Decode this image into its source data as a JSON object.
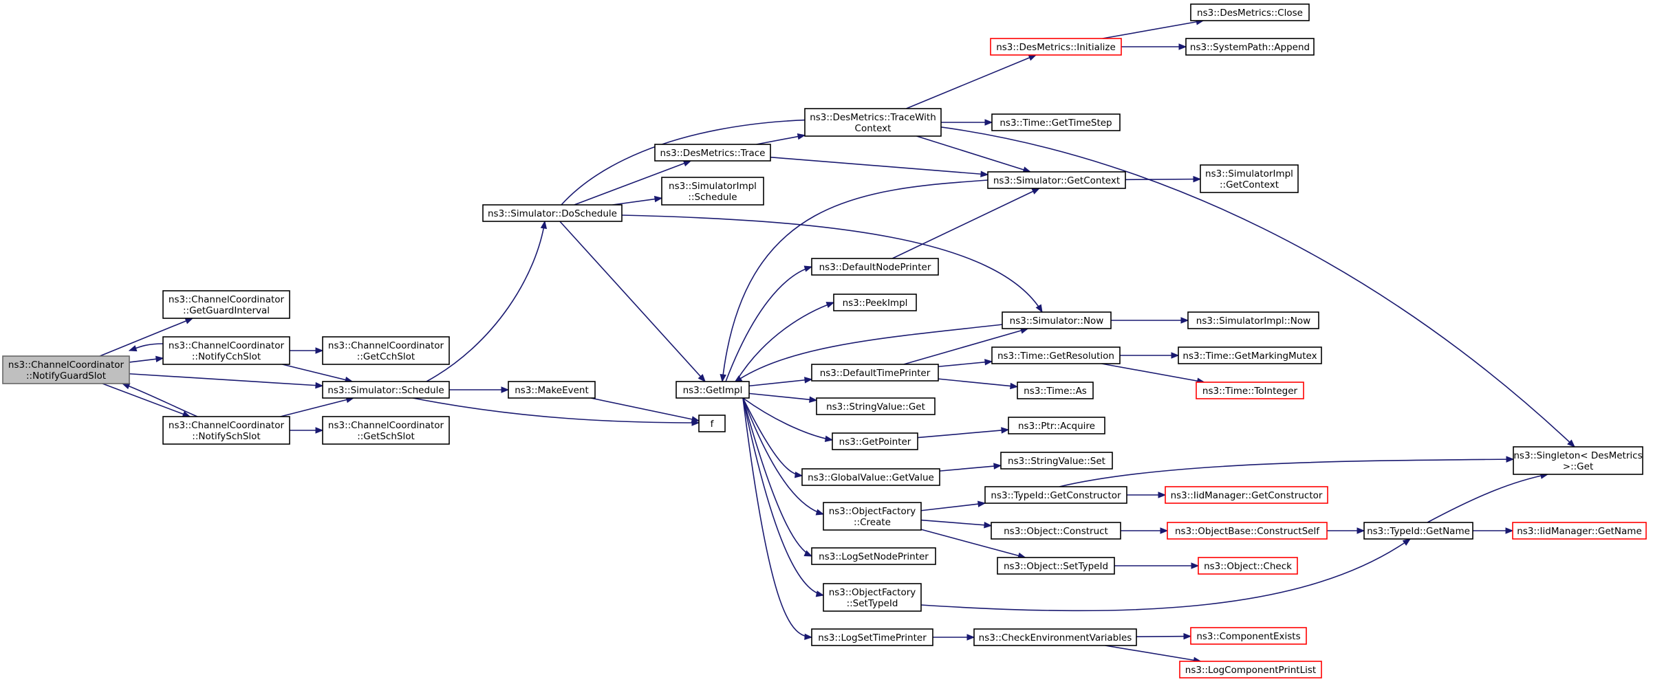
{
  "graph": {
    "colors": {
      "edge": "#191970",
      "node_border": "#000000",
      "incomplete_border": "#ff0000",
      "root_fill": "#bfbfbf",
      "background": "#ffffff"
    },
    "nodes": [
      {
        "id": "root",
        "lines": [
          "ns3::ChannelCoordinator",
          "::NotifyGuardSlot"
        ],
        "style": "root"
      },
      {
        "id": "getGuard",
        "lines": [
          "ns3::ChannelCoordinator",
          "::GetGuardInterval"
        ],
        "style": "normal"
      },
      {
        "id": "notifyCch",
        "lines": [
          "ns3::ChannelCoordinator",
          "::NotifyCchSlot"
        ],
        "style": "normal"
      },
      {
        "id": "notifySch",
        "lines": [
          "ns3::ChannelCoordinator",
          "::NotifySchSlot"
        ],
        "style": "normal"
      },
      {
        "id": "getCch",
        "lines": [
          "ns3::ChannelCoordinator",
          "::GetCchSlot"
        ],
        "style": "normal"
      },
      {
        "id": "getSch",
        "lines": [
          "ns3::ChannelCoordinator",
          "::GetSchSlot"
        ],
        "style": "normal"
      },
      {
        "id": "schedule",
        "lines": [
          "ns3::Simulator::Schedule"
        ],
        "style": "normal"
      },
      {
        "id": "doSchedule",
        "lines": [
          "ns3::Simulator::DoSchedule"
        ],
        "style": "normal"
      },
      {
        "id": "makeEvent",
        "lines": [
          "ns3::MakeEvent"
        ],
        "style": "normal"
      },
      {
        "id": "f",
        "lines": [
          "f"
        ],
        "style": "normal"
      },
      {
        "id": "getImpl",
        "lines": [
          "ns3::GetImpl"
        ],
        "style": "normal"
      },
      {
        "id": "desTrace",
        "lines": [
          "ns3::DesMetrics::Trace"
        ],
        "style": "normal"
      },
      {
        "id": "simImplSchedule",
        "lines": [
          "ns3::SimulatorImpl",
          "::Schedule"
        ],
        "style": "normal"
      },
      {
        "id": "traceWith",
        "lines": [
          "ns3::DesMetrics::TraceWith",
          "Context"
        ],
        "style": "normal"
      },
      {
        "id": "desInit",
        "lines": [
          "ns3::DesMetrics::Initialize"
        ],
        "style": "incomplete"
      },
      {
        "id": "desClose",
        "lines": [
          "ns3::DesMetrics::Close"
        ],
        "style": "normal"
      },
      {
        "id": "sysAppend",
        "lines": [
          "ns3::SystemPath::Append"
        ],
        "style": "normal"
      },
      {
        "id": "timeStep",
        "lines": [
          "ns3::Time::GetTimeStep"
        ],
        "style": "normal"
      },
      {
        "id": "getContext",
        "lines": [
          "ns3::Simulator::GetContext"
        ],
        "style": "normal"
      },
      {
        "id": "implContext",
        "lines": [
          "ns3::SimulatorImpl",
          "::GetContext"
        ],
        "style": "normal"
      },
      {
        "id": "defNode",
        "lines": [
          "ns3::DefaultNodePrinter"
        ],
        "style": "normal"
      },
      {
        "id": "peekImpl",
        "lines": [
          "ns3::PeekImpl"
        ],
        "style": "normal"
      },
      {
        "id": "simNow",
        "lines": [
          "ns3::Simulator::Now"
        ],
        "style": "normal"
      },
      {
        "id": "implNow",
        "lines": [
          "ns3::SimulatorImpl::Now"
        ],
        "style": "normal"
      },
      {
        "id": "defTime",
        "lines": [
          "ns3::DefaultTimePrinter"
        ],
        "style": "normal"
      },
      {
        "id": "getRes",
        "lines": [
          "ns3::Time::GetResolution"
        ],
        "style": "normal"
      },
      {
        "id": "markMutex",
        "lines": [
          "ns3::Time::GetMarkingMutex"
        ],
        "style": "normal"
      },
      {
        "id": "toInteger",
        "lines": [
          "ns3::Time::ToInteger"
        ],
        "style": "incomplete"
      },
      {
        "id": "timeAs",
        "lines": [
          "ns3::Time::As"
        ],
        "style": "normal"
      },
      {
        "id": "strGet",
        "lines": [
          "ns3::StringValue::Get"
        ],
        "style": "normal"
      },
      {
        "id": "getPointer",
        "lines": [
          "ns3::GetPointer"
        ],
        "style": "normal"
      },
      {
        "id": "ptrAcquire",
        "lines": [
          "ns3::Ptr::Acquire"
        ],
        "style": "normal"
      },
      {
        "id": "globalGet",
        "lines": [
          "ns3::GlobalValue::GetValue"
        ],
        "style": "normal"
      },
      {
        "id": "strSet",
        "lines": [
          "ns3::StringValue::Set"
        ],
        "style": "normal"
      },
      {
        "id": "singleton",
        "lines": [
          "ns3::Singleton< DesMetrics",
          ">::Get"
        ],
        "style": "normal"
      },
      {
        "id": "typeGetCons",
        "lines": [
          "ns3::TypeId::GetConstructor"
        ],
        "style": "normal"
      },
      {
        "id": "iidGetCons",
        "lines": [
          "ns3::IidManager::GetConstructor"
        ],
        "style": "incomplete"
      },
      {
        "id": "ofCreate",
        "lines": [
          "ns3::ObjectFactory",
          "::Create"
        ],
        "style": "normal"
      },
      {
        "id": "objConstruct",
        "lines": [
          "ns3::Object::Construct"
        ],
        "style": "normal"
      },
      {
        "id": "constructSelf",
        "lines": [
          "ns3::ObjectBase::ConstructSelf"
        ],
        "style": "incomplete"
      },
      {
        "id": "typeGetName",
        "lines": [
          "ns3::TypeId::GetName"
        ],
        "style": "normal"
      },
      {
        "id": "iidGetName",
        "lines": [
          "ns3::IidManager::GetName"
        ],
        "style": "incomplete"
      },
      {
        "id": "setTypeId",
        "lines": [
          "ns3::Object::SetTypeId"
        ],
        "style": "normal"
      },
      {
        "id": "objCheck",
        "lines": [
          "ns3::Object::Check"
        ],
        "style": "incomplete"
      },
      {
        "id": "logNode",
        "lines": [
          "ns3::LogSetNodePrinter"
        ],
        "style": "normal"
      },
      {
        "id": "ofSetType",
        "lines": [
          "ns3::ObjectFactory",
          "::SetTypeId"
        ],
        "style": "normal"
      },
      {
        "id": "logTime",
        "lines": [
          "ns3::LogSetTimePrinter"
        ],
        "style": "normal"
      },
      {
        "id": "checkEnv",
        "lines": [
          "ns3::CheckEnvironmentVariables"
        ],
        "style": "normal"
      },
      {
        "id": "compExists",
        "lines": [
          "ns3::ComponentExists"
        ],
        "style": "incomplete"
      },
      {
        "id": "logPrintList",
        "lines": [
          "ns3::LogComponentPrintList"
        ],
        "style": "incomplete"
      }
    ],
    "edges": [
      {
        "from": "root",
        "to": "getGuard"
      },
      {
        "from": "root",
        "to": "notifyCch"
      },
      {
        "from": "root",
        "to": "schedule"
      },
      {
        "from": "root",
        "to": "notifySch"
      },
      {
        "from": "notifyCch",
        "to": "root"
      },
      {
        "from": "notifyCch",
        "to": "getCch"
      },
      {
        "from": "notifyCch",
        "to": "schedule"
      },
      {
        "from": "notifySch",
        "to": "root"
      },
      {
        "from": "notifySch",
        "to": "schedule"
      },
      {
        "from": "notifySch",
        "to": "getSch"
      },
      {
        "from": "schedule",
        "to": "doSchedule"
      },
      {
        "from": "schedule",
        "to": "makeEvent"
      },
      {
        "from": "schedule",
        "to": "f"
      },
      {
        "from": "makeEvent",
        "to": "f"
      },
      {
        "from": "doSchedule",
        "to": "desTrace"
      },
      {
        "from": "doSchedule",
        "to": "simImplSchedule"
      },
      {
        "from": "doSchedule",
        "to": "getImpl"
      },
      {
        "from": "doSchedule",
        "to": "simNow"
      },
      {
        "from": "doSchedule",
        "to": "singleton"
      },
      {
        "from": "desTrace",
        "to": "traceWith"
      },
      {
        "from": "desTrace",
        "to": "getContext"
      },
      {
        "from": "traceWith",
        "to": "desInit"
      },
      {
        "from": "traceWith",
        "to": "timeStep"
      },
      {
        "from": "traceWith",
        "to": "getContext"
      },
      {
        "from": "desInit",
        "to": "desClose"
      },
      {
        "from": "desInit",
        "to": "sysAppend"
      },
      {
        "from": "getContext",
        "to": "getImpl"
      },
      {
        "from": "getContext",
        "to": "implContext"
      },
      {
        "from": "getImpl",
        "to": "defNode"
      },
      {
        "from": "getImpl",
        "to": "peekImpl"
      },
      {
        "from": "getImpl",
        "to": "defTime"
      },
      {
        "from": "getImpl",
        "to": "strGet"
      },
      {
        "from": "getImpl",
        "to": "getPointer"
      },
      {
        "from": "getImpl",
        "to": "globalGet"
      },
      {
        "from": "getImpl",
        "to": "ofCreate"
      },
      {
        "from": "getImpl",
        "to": "logNode"
      },
      {
        "from": "getImpl",
        "to": "ofSetType"
      },
      {
        "from": "getImpl",
        "to": "logTime"
      },
      {
        "from": "defNode",
        "to": "getContext"
      },
      {
        "from": "simNow",
        "to": "getImpl"
      },
      {
        "from": "simNow",
        "to": "implNow"
      },
      {
        "from": "defTime",
        "to": "simNow"
      },
      {
        "from": "defTime",
        "to": "getRes"
      },
      {
        "from": "defTime",
        "to": "timeAs"
      },
      {
        "from": "getRes",
        "to": "markMutex"
      },
      {
        "from": "getRes",
        "to": "toInteger"
      },
      {
        "from": "getPointer",
        "to": "ptrAcquire"
      },
      {
        "from": "globalGet",
        "to": "strSet"
      },
      {
        "from": "ofCreate",
        "to": "typeGetCons"
      },
      {
        "from": "ofCreate",
        "to": "objConstruct"
      },
      {
        "from": "ofCreate",
        "to": "setTypeId"
      },
      {
        "from": "typeGetCons",
        "to": "iidGetCons"
      },
      {
        "from": "typeGetCons",
        "to": "singleton"
      },
      {
        "from": "objConstruct",
        "to": "constructSelf"
      },
      {
        "from": "constructSelf",
        "to": "typeGetName"
      },
      {
        "from": "typeGetName",
        "to": "iidGetName"
      },
      {
        "from": "typeGetName",
        "to": "singleton"
      },
      {
        "from": "setTypeId",
        "to": "objCheck"
      },
      {
        "from": "ofSetType",
        "to": "typeGetName"
      },
      {
        "from": "logTime",
        "to": "checkEnv"
      },
      {
        "from": "checkEnv",
        "to": "compExists"
      },
      {
        "from": "checkEnv",
        "to": "logPrintList"
      }
    ]
  }
}
